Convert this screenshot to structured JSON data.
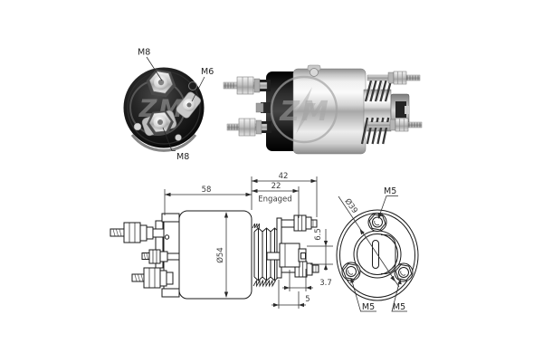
{
  "brand": {
    "watermark": "ZM"
  },
  "colors": {
    "background": "#ffffff",
    "line": "#1a1a1a",
    "dim_text": "#3a3a3a",
    "watermark_gray": "#a8a8a8"
  },
  "rear_view_photo": {
    "label_top_terminal": "M8",
    "label_side_terminal": "M6",
    "label_bottom_terminal": "M8"
  },
  "side_view_drawing": {
    "dim_total_length": "58",
    "dim_plunger_extended": "42",
    "dim_plunger_engaged": "22",
    "engaged_label": "Engaged",
    "dim_body_diameter": "Ø54",
    "dim_pin_height": "6.5",
    "dim_pin_width": "3.7",
    "dim_pin_offset": "5"
  },
  "front_view_drawing": {
    "dim_bolt_circle_diameter": "Ø39",
    "label_bolt_top": "M5",
    "label_bolt_left": "M5",
    "label_bolt_right": "M5"
  }
}
